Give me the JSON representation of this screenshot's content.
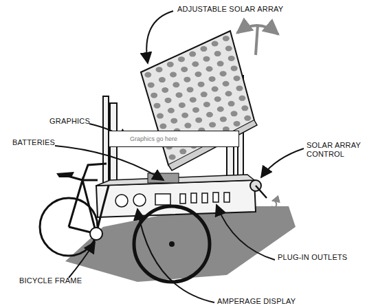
{
  "diagram": {
    "nodes": [
      {
        "text": [
          "Graphics go here"
        ]
      }
    ],
    "labels": [
      "ADJUSTABLE SOLAR ARRAY",
      "GRAPHICS",
      "BATTERIES",
      "SOLAR ARRAY CONTROL",
      "PLUG-IN OUTLETS",
      "BICYCLE FRAME",
      "AMPERAGE DISPLAY"
    ]
  }
}
